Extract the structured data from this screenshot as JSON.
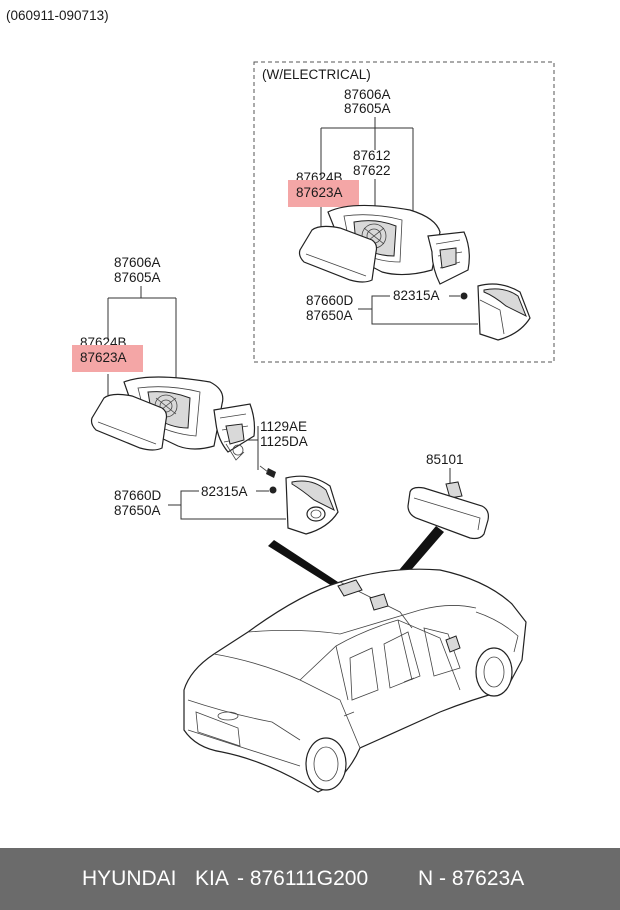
{
  "header": {
    "date_range": "(060911-090713)"
  },
  "electrical_box": {
    "title": "(W/ELECTRICAL)",
    "part_upper_a": "87606A",
    "part_upper_b": "87605A",
    "part_mid_a": "87612",
    "part_mid_b": "87622",
    "part_left_a": "87624B",
    "part_highlight": "87623A",
    "part_cover_a": "87660D",
    "part_cover_b": "87650A",
    "part_screw": "82315A"
  },
  "manual_group": {
    "part_upper_a": "87606A",
    "part_upper_b": "87605A",
    "part_left_a": "87624B",
    "part_highlight": "87623A",
    "part_bolt_a": "1129AE",
    "part_bolt_b": "1125DA",
    "part_cover_a": "87660D",
    "part_cover_b": "87650A",
    "part_screw": "82315A"
  },
  "inner_mirror": {
    "part": "85101"
  },
  "colors": {
    "highlight": "#f4a6a6",
    "footer_bg": "#6b6b6b",
    "footer_text": "#ffffff"
  },
  "footer": {
    "brand": "HYUNDAI",
    "make": "KIA",
    "part_number": "- 876111G200",
    "reference": "N - 87623A"
  }
}
